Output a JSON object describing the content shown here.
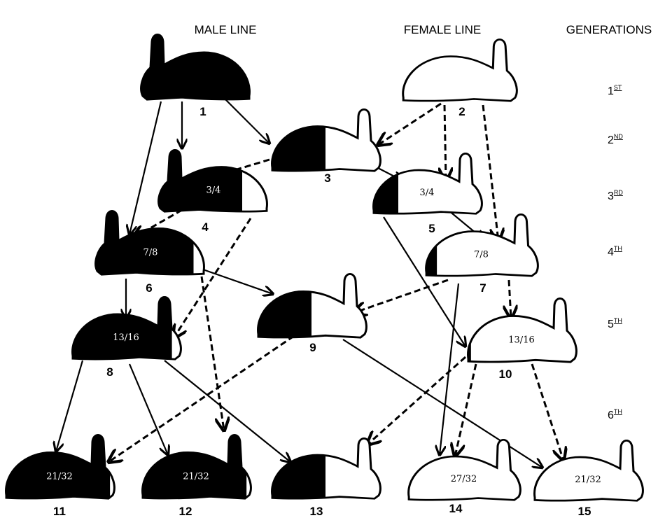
{
  "headers": {
    "male_line": "MALE LINE",
    "female_line": "FEMALE LINE",
    "generations": "GENERATIONS"
  },
  "generations": [
    {
      "num": "1",
      "suffix": "ST"
    },
    {
      "num": "2",
      "suffix": "ND"
    },
    {
      "num": "3",
      "suffix": "RD"
    },
    {
      "num": "4",
      "suffix": "TH"
    },
    {
      "num": "5",
      "suffix": "TH"
    },
    {
      "num": "6",
      "suffix": "TH"
    }
  ],
  "colors": {
    "male": "#000000",
    "female": "#ffffff",
    "outline": "#000000"
  },
  "rabbits": [
    {
      "id": "1",
      "fraction": "",
      "dark_share": 1,
      "facing": "left"
    },
    {
      "id": "2",
      "fraction": "",
      "dark_share": 0,
      "facing": "right"
    },
    {
      "id": "3",
      "fraction": "1/2",
      "dark_share": 0.5,
      "facing": "right"
    },
    {
      "id": "4",
      "fraction": "3/4",
      "dark_share": 0.75,
      "facing": "left"
    },
    {
      "id": "5",
      "fraction": "3/4",
      "dark_share": 0.25,
      "facing": "right"
    },
    {
      "id": "6",
      "fraction": "7/8",
      "dark_share": 0.875,
      "facing": "left"
    },
    {
      "id": "7",
      "fraction": "7/8",
      "dark_share": 0.125,
      "facing": "right"
    },
    {
      "id": "8",
      "fraction": "13/16",
      "dark_share": 0.9,
      "facing": "right"
    },
    {
      "id": "9",
      "fraction": "1/2",
      "dark_share": 0.5,
      "facing": "right"
    },
    {
      "id": "10",
      "fraction": "13/16",
      "dark_share": 0.06,
      "facing": "right"
    },
    {
      "id": "11",
      "fraction": "21/32",
      "dark_share": 0.94,
      "facing": "right"
    },
    {
      "id": "12",
      "fraction": "21/32",
      "dark_share": 0.94,
      "facing": "right"
    },
    {
      "id": "13",
      "fraction": "1/2",
      "dark_share": 0.5,
      "facing": "right"
    },
    {
      "id": "14",
      "fraction": "27/32",
      "dark_share": 0.04,
      "facing": "right"
    },
    {
      "id": "15",
      "fraction": "21/32",
      "dark_share": 0.04,
      "facing": "right"
    }
  ],
  "edges": [
    {
      "from": "1",
      "to": "6",
      "style": "solid"
    },
    {
      "from": "1",
      "to": "4",
      "style": "solid"
    },
    {
      "from": "1",
      "to": "3",
      "style": "solid"
    },
    {
      "from": "2",
      "to": "3",
      "style": "dashed"
    },
    {
      "from": "2",
      "to": "5",
      "style": "dashed"
    },
    {
      "from": "2",
      "to": "7",
      "style": "dashed"
    },
    {
      "from": "3",
      "to": "4",
      "style": "dashed"
    },
    {
      "from": "3",
      "to": "5",
      "style": "solid"
    },
    {
      "from": "4",
      "to": "6",
      "style": "dashed"
    },
    {
      "from": "4",
      "to": "8",
      "style": "dashed"
    },
    {
      "from": "5",
      "to": "7",
      "style": "solid"
    },
    {
      "from": "5",
      "to": "10",
      "style": "solid"
    },
    {
      "from": "6",
      "to": "8",
      "style": "solid"
    },
    {
      "from": "6",
      "to": "9",
      "style": "solid"
    },
    {
      "from": "6",
      "to": "12",
      "style": "dashed"
    },
    {
      "from": "7",
      "to": "9",
      "style": "dashed"
    },
    {
      "from": "7",
      "to": "10",
      "style": "dashed"
    },
    {
      "from": "7",
      "to": "14",
      "style": "solid"
    },
    {
      "from": "8",
      "to": "11",
      "style": "solid"
    },
    {
      "from": "8",
      "to": "12",
      "style": "solid"
    },
    {
      "from": "8",
      "to": "13",
      "style": "solid"
    },
    {
      "from": "9",
      "to": "11",
      "style": "dashed"
    },
    {
      "from": "9",
      "to": "15",
      "style": "solid"
    },
    {
      "from": "10",
      "to": "13",
      "style": "dashed"
    },
    {
      "from": "10",
      "to": "14",
      "style": "dashed"
    },
    {
      "from": "10",
      "to": "15",
      "style": "dashed"
    }
  ]
}
